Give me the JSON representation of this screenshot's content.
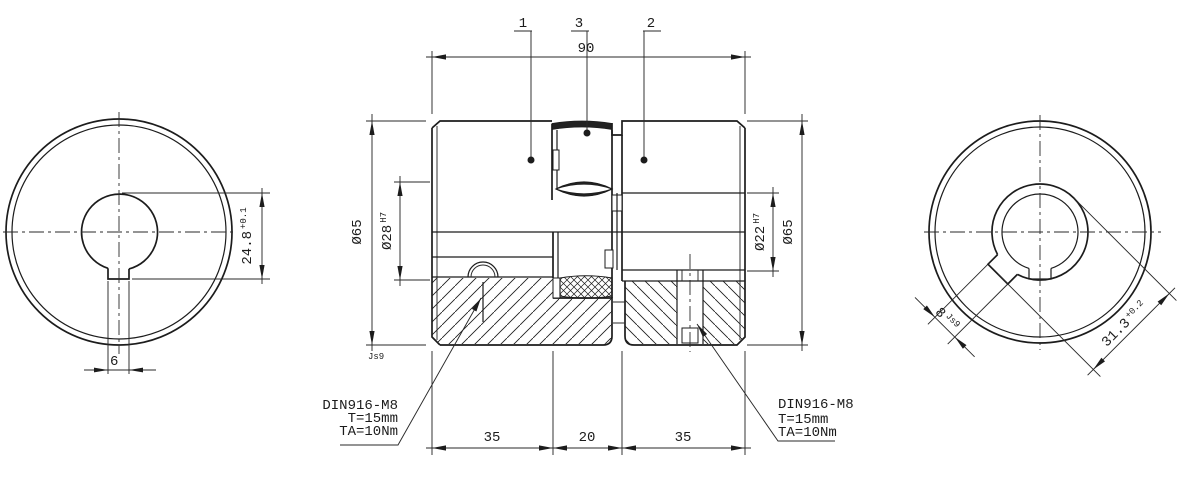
{
  "views": {
    "left": {
      "bore_keyway_height": "24.8",
      "bore_keyway_height_tol": "+0.1",
      "keyway_width": "6",
      "keyway_width_tol": "Js9"
    },
    "section": {
      "overall_length": "90",
      "callouts": [
        "1",
        "3",
        "2"
      ],
      "od_left": "Ø65",
      "bore_left": "Ø28",
      "bore_left_fit": "H7",
      "bore_right": "Ø22",
      "bore_right_fit": "H7",
      "od_right": "Ø65",
      "hub_left_length": "35",
      "center_length": "20",
      "hub_right_length": "35",
      "note_left": [
        "DIN916-M8",
        "T=15mm",
        "TA=10Nm"
      ],
      "note_right": [
        "DIN916-M8",
        "T=15mm",
        "TA=10Nm"
      ]
    },
    "right": {
      "keyway_width": "8",
      "keyway_width_tol": "Js9",
      "bore_keyway_height": "31.3",
      "bore_keyway_height_tol": "+0.2"
    }
  },
  "colors": {
    "line": "#1c1c1c",
    "background": "#ffffff"
  }
}
